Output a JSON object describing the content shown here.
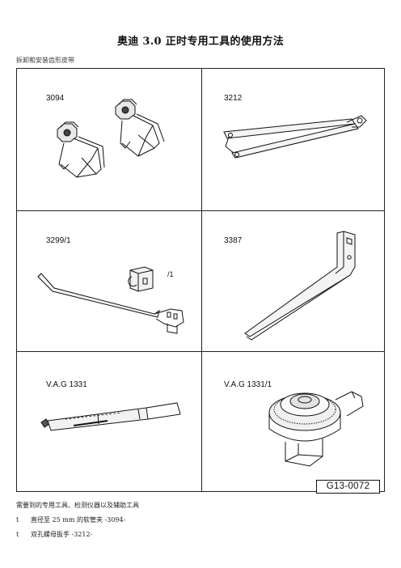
{
  "document": {
    "title": "奥迪 3.0 正时专用工具的使用方法",
    "subtitle": "拆卸和安装齿形皮带",
    "tools": [
      {
        "code": "3094"
      },
      {
        "code": "3212"
      },
      {
        "code": "3299/1",
        "part_label": "/1"
      },
      {
        "code": "3387"
      },
      {
        "code": "V.A.G 1331"
      },
      {
        "code": "V.A.G 1331/1"
      }
    ],
    "figure_ref": "G13-0072",
    "footer_heading": "需要到的专用工具、检测仪器以及辅助工具",
    "list": [
      {
        "bullet": "t",
        "text": "直径至   25 mm  的软管夹  -3094-"
      },
      {
        "bullet": "t",
        "text": "双孔螺母扳手  -3212-"
      }
    ]
  }
}
